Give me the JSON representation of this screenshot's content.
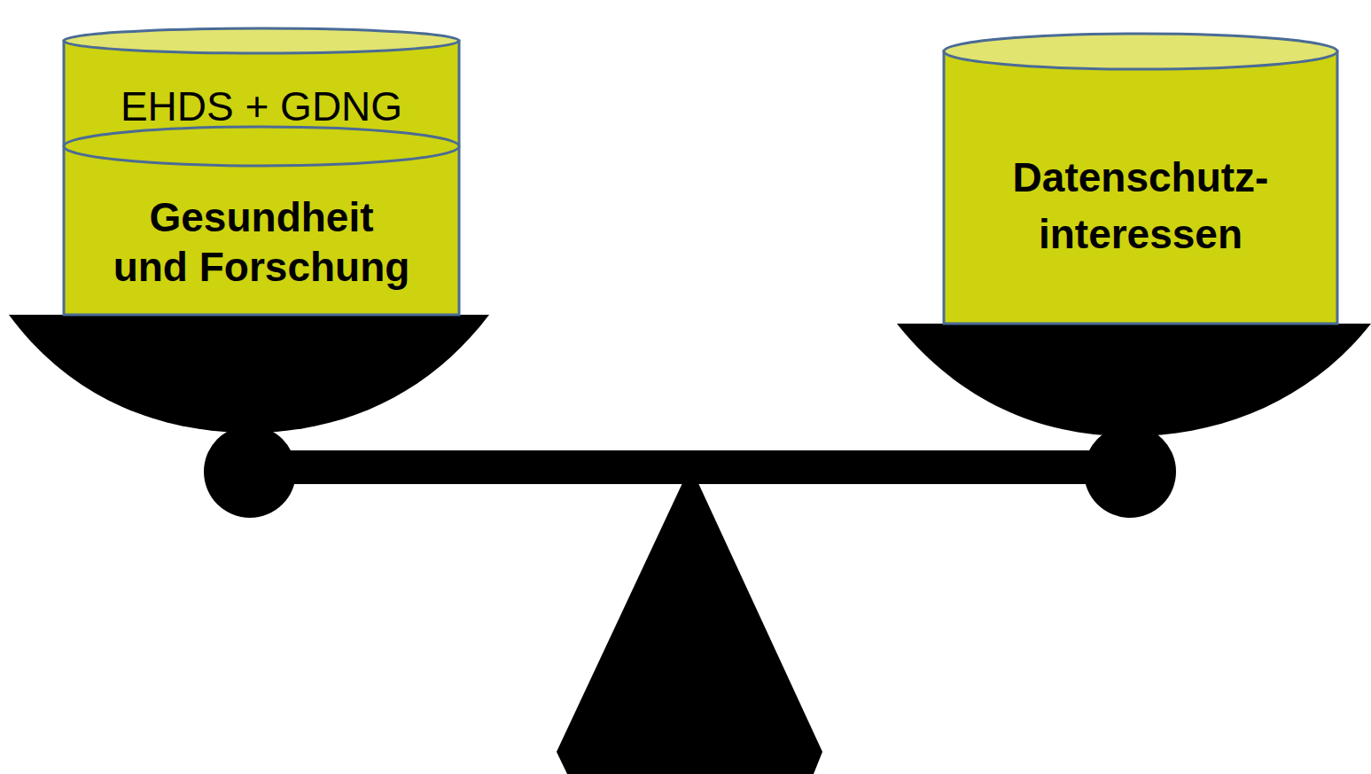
{
  "diagram": {
    "nodes": [
      {
        "text": [
          "EHDS + GDNG",
          "Gesundheit und Forschung"
        ]
      },
      {
        "text": [
          "Datenschutz- interessen"
        ]
      }
    ]
  }
}
